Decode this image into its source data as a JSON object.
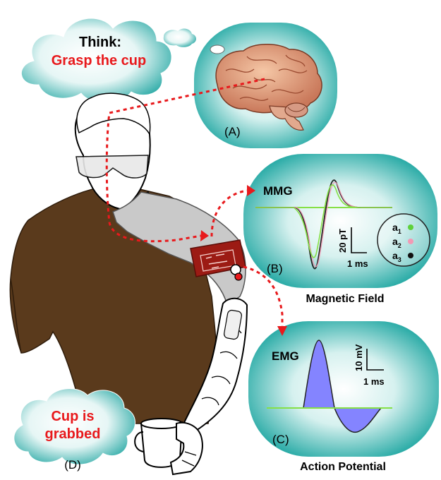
{
  "colors": {
    "accent_red": "#e8191c",
    "teal_dark": "#0f9e9a",
    "teal_light": "#e9f7f6",
    "shirt": "#5a3a1c",
    "sleeve": "#c9c9c9",
    "armband": "#9c1b14",
    "ap_fill": "#8484ff",
    "mmg_green": "#86e046",
    "mmg_pink": "#f29ab5"
  },
  "think_cloud": {
    "line1": "Think:",
    "line2": "Grasp the cup"
  },
  "grab_cloud": {
    "line1": "Cup is",
    "line2": "grabbed",
    "label": "(D)"
  },
  "brain_panel": {
    "label": "(A)",
    "icon": "brain-icon"
  },
  "mmg_panel": {
    "signal_label": "MMG",
    "label": "(B)",
    "caption": "Magnetic Field",
    "scale_y": "20 pT",
    "scale_x": "1 ms",
    "sensors": [
      {
        "name": "a",
        "sub": "1",
        "color": "#5fd13a"
      },
      {
        "name": "a",
        "sub": "2",
        "color": "#f29ab5"
      },
      {
        "name": "a",
        "sub": "3",
        "color": "#111111"
      }
    ]
  },
  "emg_panel": {
    "signal_label": "EMG",
    "label": "(C)",
    "caption": "Action Potential",
    "scale_y": "10 mV",
    "scale_x": "1 ms"
  }
}
